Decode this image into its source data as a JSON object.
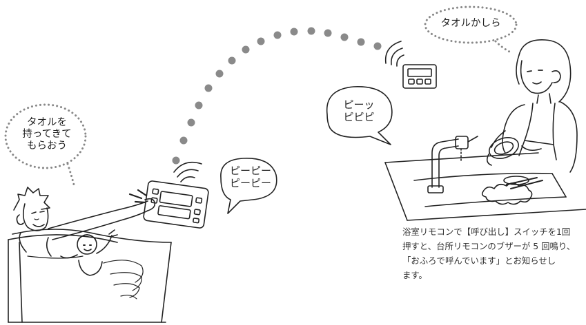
{
  "bubbles": {
    "child": {
      "lines": [
        "タオルを",
        "持ってきて",
        "もらおう"
      ]
    },
    "bath_remote": {
      "lines": [
        "ピーピー",
        "ピーピー"
      ]
    },
    "kitchen_remote": {
      "lines": [
        "ピーッ",
        "ピピピ"
      ]
    },
    "mother": {
      "lines": [
        "タオルかしら"
      ]
    }
  },
  "caption": {
    "lines": [
      "浴室リモコンで【呼び出し】スイッチを1回",
      "押すと、台所リモコンのブザーが 5 回鳴り、",
      "「おふろで呼んでいます」とお知らせし",
      "ます。"
    ]
  }
}
